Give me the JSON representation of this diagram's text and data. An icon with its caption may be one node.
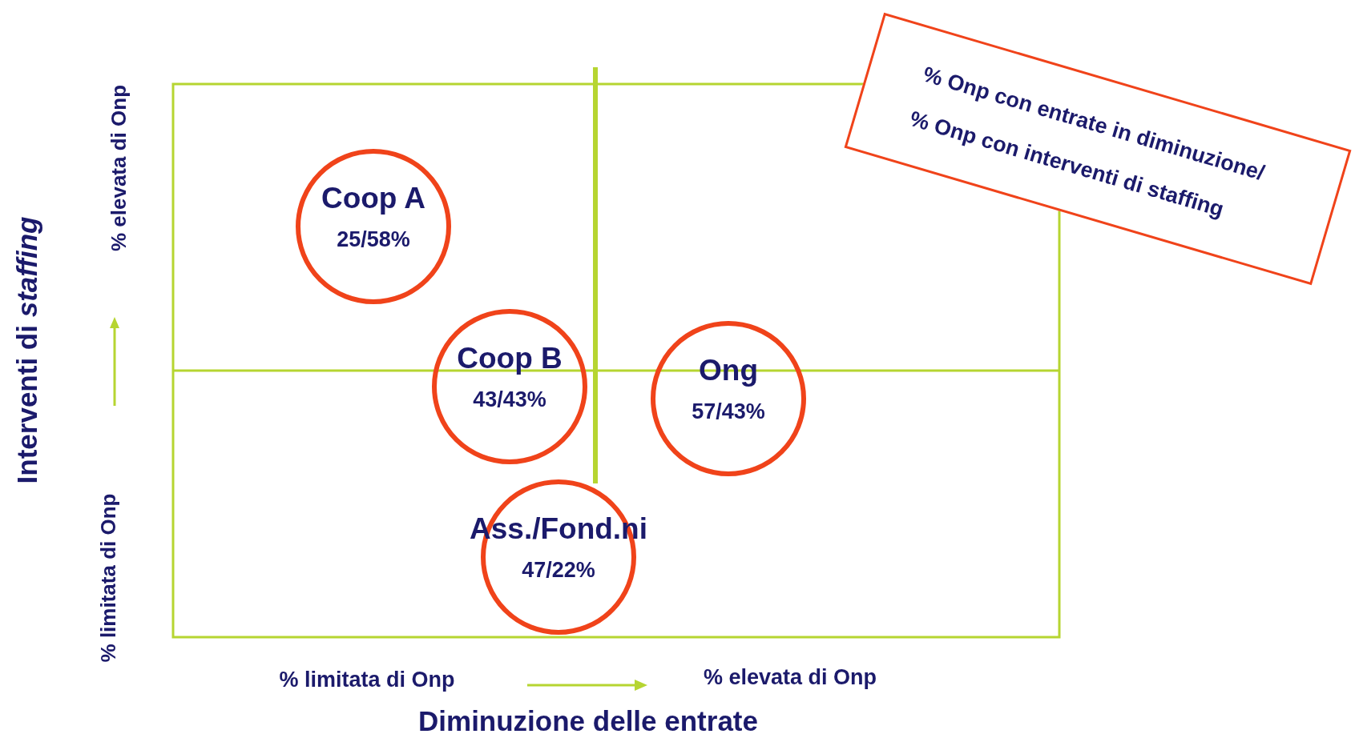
{
  "diagram": {
    "nodes": [
      {
        "text": [
          "Coop A",
          "25/58%"
        ]
      },
      {
        "text": [
          "Coop B",
          "43/43%"
        ]
      },
      {
        "text": [
          "Ong",
          "57/43%"
        ]
      },
      {
        "text": [
          "Ass./Fond.ni",
          "47/22%"
        ]
      },
      {
        "text": [
          "% Onp con entrate in diminuzione/",
          "% Onp con interventi di staffing"
        ]
      }
    ],
    "labels": [
      "Interventi di *staffing*",
      "% elevata di Onp",
      "% limitata di Onp",
      "% limitata di Onp",
      "% elevata di Onp",
      "Diminuzione delle entrate"
    ]
  }
}
